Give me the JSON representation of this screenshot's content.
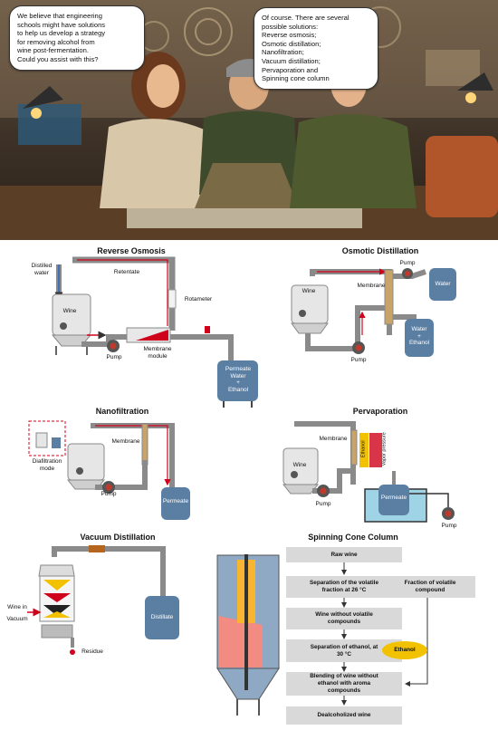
{
  "scene": {
    "left_bubble": "We believe that engineering\nschools might have solutions\nto help us develop a strategy\nfor removing alcohol from\nwine post-fermentation.\nCould you assist with this?",
    "right_bubble": "Of course. There are several\npossible solutions:\nReverse osmosis;\nOsmotic distillation;\nNanofiltration;\nVacuum distillation;\nPervaporation and\nSpinning cone column"
  },
  "reverse_osmosis": {
    "title": "Reverse Osmosis",
    "distilled_water": "Distilled\nwater",
    "retentate": "Retentate",
    "rotameter": "Rotameter",
    "wine": "Wine",
    "pump": "Pump",
    "membrane_module": "Membrane\nmodule",
    "permeate": "Permeate\nWater\n+\nEthanol"
  },
  "osmotic_distillation": {
    "title": "Osmotic Distillation",
    "pump_top": "Pump",
    "wine": "Wine",
    "membrane": "Membrane",
    "water": "Water",
    "water_ethanol": "Water\n+\nEthanol",
    "pump_bottom": "Pump"
  },
  "nanofiltration": {
    "title": "Nanofiltration",
    "diafiltration": "Diafiltration\nmode",
    "membrane": "Membrane",
    "pump": "Pump",
    "permeate": "Permeate"
  },
  "pervaporation": {
    "title": "Pervaporation",
    "membrane": "Membrane",
    "ethanol": "Ethanol",
    "vapor_pressure": "Vapor pressure",
    "wine": "Wine",
    "pump_left": "Pump",
    "permeate": "Permeate",
    "pump_right": "Pump"
  },
  "vacuum_distillation": {
    "title": "Vacuum Distillation",
    "wine_in": "Wine in",
    "vacuum": "Vacuum",
    "distillate": "Distillate",
    "residue": "Residue"
  },
  "spinning_cone": {
    "title": "Spinning Cone Column",
    "steps": [
      "Raw wine",
      "Separation of the volatile\nfraction at 26 °C",
      "Wine without volatile\ncompounds",
      "Separation of ethanol, at\n30 °C",
      "Blending of wine without\nethanol with aroma\ncompounds",
      "Dealcoholized wine"
    ],
    "side_box": "Fraction of volatile\ncompound",
    "ethanol": "Ethanol"
  },
  "colors": {
    "pipe": "#8a8a8a",
    "flow_red": "#d0021b",
    "tank_blue": "#5b7fa3",
    "box_gray": "#d9d9d9",
    "ethanol_yellow": "#f2c200"
  }
}
